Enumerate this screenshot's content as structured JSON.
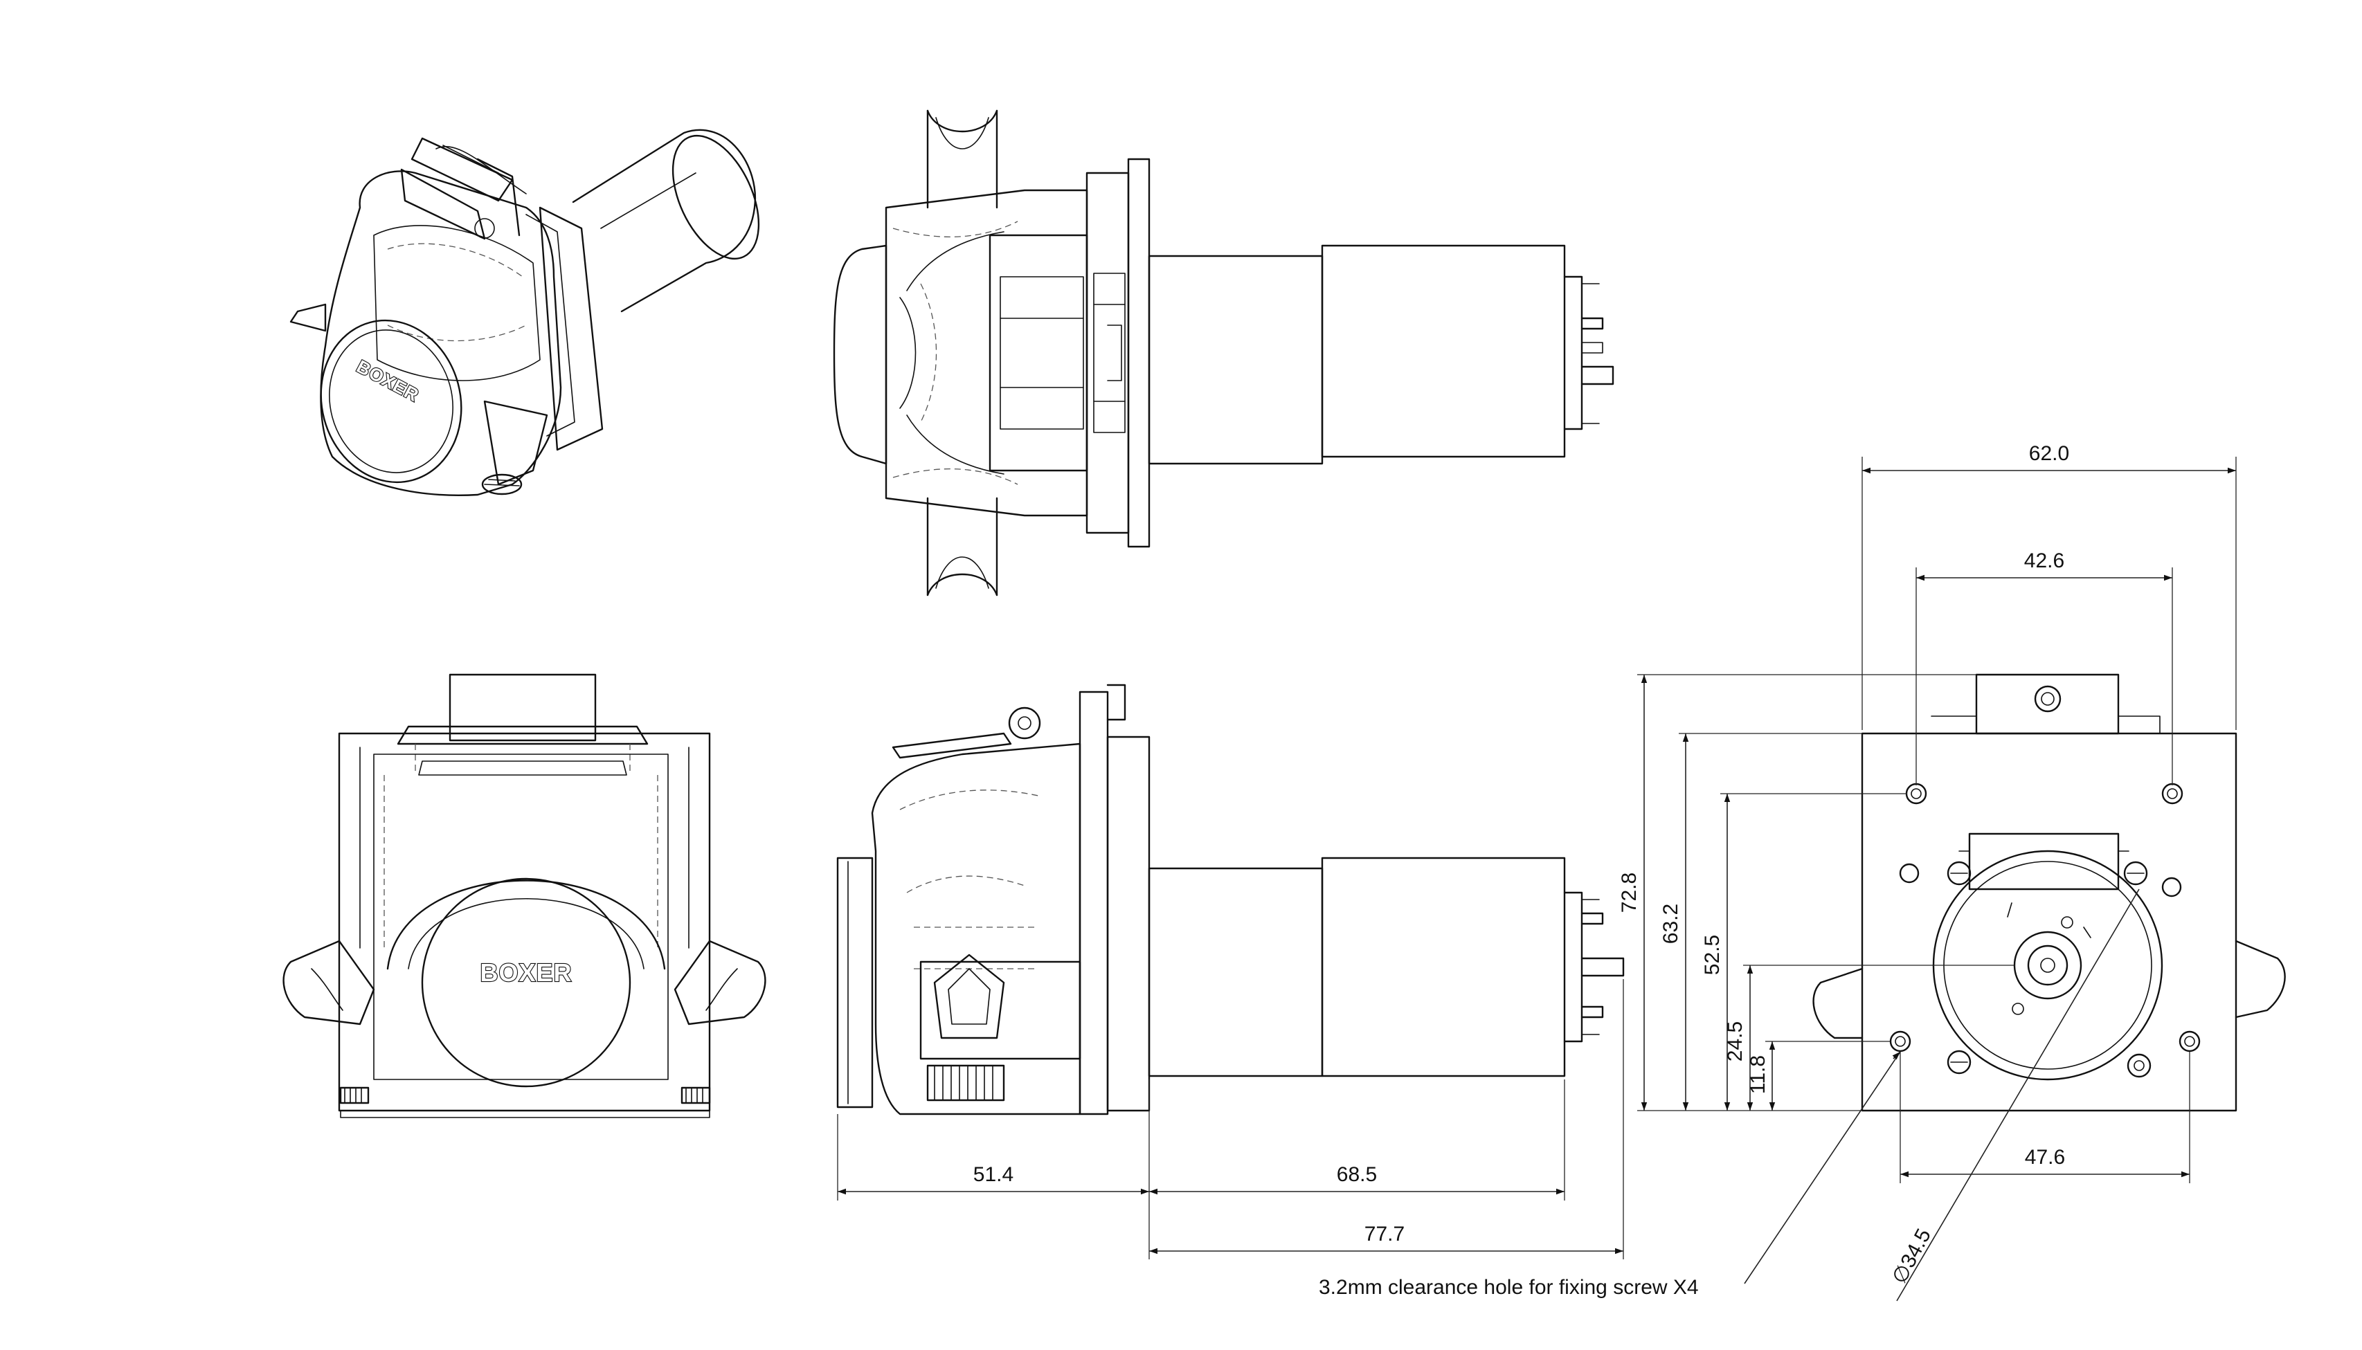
{
  "brand_label": "BOXER",
  "dimensions": {
    "overall_width": "62.0",
    "top_hole_spacing": "42.6",
    "overall_height": "72.8",
    "plate_height": "63.2",
    "upper_hole_height": "52.5",
    "shaft_height": "24.5",
    "lower_hole_height": "11.8",
    "lower_hole_spacing": "47.6",
    "flange_diameter": "∅34.5",
    "pump_head_depth": "51.4",
    "motor_length": "68.5",
    "motor_with_shaft_length": "77.7"
  },
  "annotation": "3.2mm clearance hole for fixing screw X4",
  "colors": {
    "line": "#111111",
    "background": "#ffffff"
  }
}
